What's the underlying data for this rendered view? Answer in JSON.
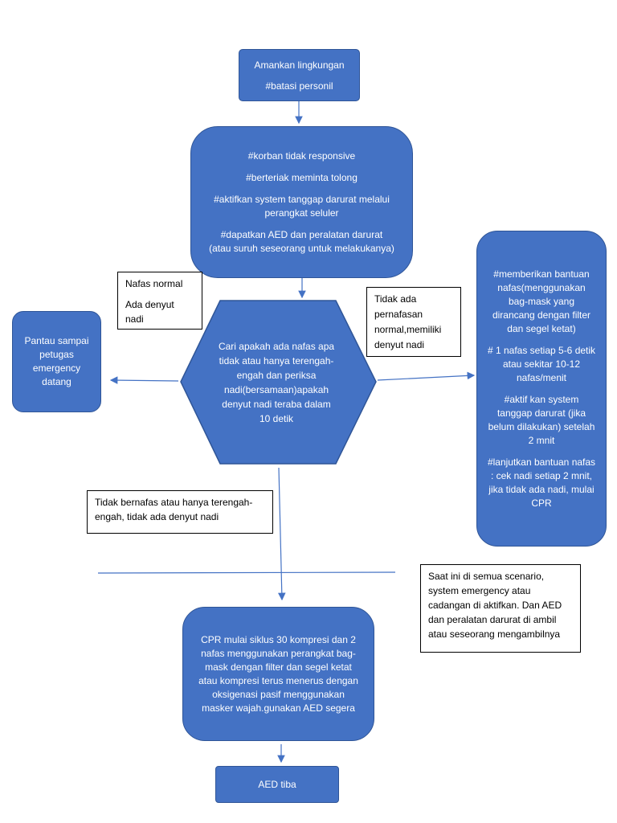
{
  "nodes": {
    "secure_area": {
      "lines": [
        "Amankan lingkungan",
        "#batasi personil"
      ]
    },
    "initial_steps": {
      "lines": [
        "#korban tidak responsive",
        "#berteriak meminta tolong",
        "#aktifkan system tanggap darurat melalui perangkat seluler",
        "#dapatkan AED dan peralatan darurat (atau suruh seseorang untuk melakukanya)"
      ]
    },
    "check_breathing": {
      "text": "Cari apakah ada nafas apa tidak atau hanya terengah-engah dan periksa nadi(bersamaan)apakah denyut nadi teraba dalam 10 detik"
    },
    "monitor": {
      "text": "Pantau sampai petugas emergency datang"
    },
    "rescue_breathing": {
      "lines": [
        "#memberikan bantuan nafas(menggunakan bag-mask yang dirancang dengan filter dan segel ketat)",
        "# 1 nafas setiap 5-6 detik atau sekitar 10-12 nafas/menit",
        "#aktif kan system tanggap darurat (jika belum dilakukan) setelah 2 mnit",
        "#lanjutkan bantuan nafas : cek nadi setiap 2 mnit, jika tidak ada nadi, mulai CPR"
      ]
    },
    "cpr": {
      "text": "CPR mulai siklus 30 kompresi dan 2 nafas menggunakan perangkat bag-mask dengan filter dan segel ketat atau kompresi terus menerus dengan oksigenasi pasif menggunakan masker wajah.gunakan AED segera"
    },
    "aed_arrives": {
      "text": "AED tiba"
    }
  },
  "notes": {
    "normal_breathing": {
      "lines": [
        "Nafas normal",
        "Ada denyut nadi"
      ]
    },
    "abnormal_breathing_pulse": {
      "text": "Tidak ada pernafasan normal,memiliki denyut nadi"
    },
    "no_breathing_no_pulse": {
      "text": "Tidak bernafas atau hanya terengah-engah, tidak ada denyut nadi"
    },
    "scenario_note": {
      "text": "Saat ini di semua scenario, system emergency atau cadangan di aktifkan. Dan AED dan peralatan darurat di ambil atau seseorang mengambilnya"
    }
  },
  "colors": {
    "node_fill": "#4472c4",
    "node_border": "#2f5597",
    "arrow": "#4472c4"
  }
}
